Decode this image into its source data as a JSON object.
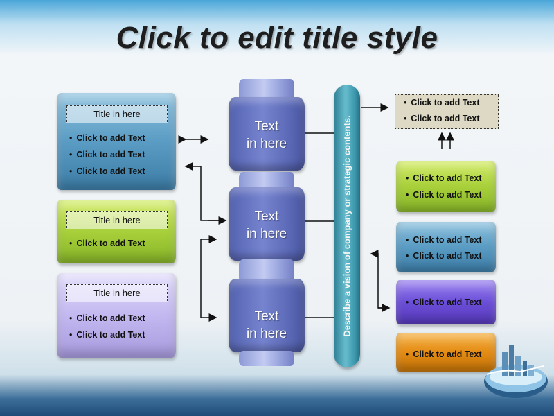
{
  "title": "Click to edit title style",
  "left_boxes": [
    {
      "title": "Title in here",
      "items": [
        "Click to add Text",
        "Click to add Text",
        "Click to add Text"
      ]
    },
    {
      "title": "Title in here",
      "items": [
        "Click to add Text"
      ]
    },
    {
      "title": "Title in here",
      "items": [
        "Click to add Text",
        "Click to add Text"
      ]
    }
  ],
  "center_cylinders": [
    {
      "line1": "Text",
      "line2": "in here"
    },
    {
      "line1": "Text",
      "line2": "in here"
    },
    {
      "line1": "Text",
      "line2": "in here"
    }
  ],
  "vision_text": "Describe a vision of company or strategic contents.",
  "right_top_box": {
    "items": [
      "Click to add Text",
      "Click to add Text"
    ]
  },
  "right_boxes": [
    {
      "items": [
        "Click to add Text",
        "Click to add Text"
      ]
    },
    {
      "items": [
        "Click to add Text",
        "Click to add Text"
      ]
    },
    {
      "items": [
        "Click to add Text"
      ]
    },
    {
      "items": [
        "Click to add Text"
      ]
    }
  ],
  "colors": {
    "blue": "#5a9cc4",
    "green": "#a8d03a",
    "lilac": "#c3b8f0",
    "indigo": "#6b78c4",
    "teal": "#3c98ae",
    "purple": "#6b4ed8",
    "orange": "#e48c14",
    "tan": "#ddd9c4"
  }
}
